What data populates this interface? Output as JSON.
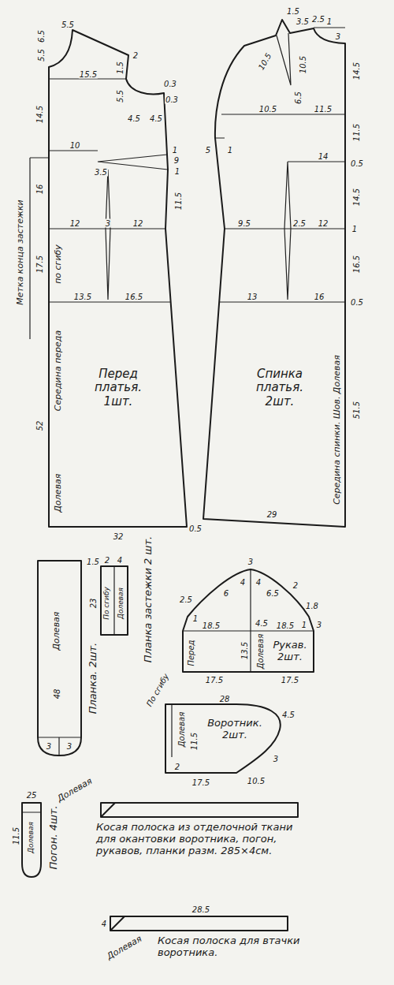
{
  "diagram": {
    "nodes": [
      {
        "text": [
          "Перед платья. 1шт."
        ]
      },
      {
        "text": [
          "Спинка платья. 2шт."
        ]
      },
      {
        "text": [
          "Планка. 2шт."
        ]
      },
      {
        "text": [
          "Планка застежки 2 шт."
        ]
      },
      {
        "text": [
          "Рукав. 2шт."
        ]
      },
      {
        "text": [
          "Воротник. 2шт."
        ]
      },
      {
        "text": [
          "Погон. 4шт."
        ]
      },
      {
        "text": [
          "Косая полоска из отделочной ткани для окантовки воротника, погон, рукавов, планки разм. 285×4см."
        ]
      },
      {
        "text": [
          "Косая полоска для втачки воротника."
        ]
      }
    ],
    "labels": [
      "5.5",
      "6.5",
      "5.5",
      "2",
      "1.5",
      "15.5",
      "5.5",
      "4.5",
      "4.5",
      "0.3",
      "0.3",
      "14.5",
      "10",
      "3.5",
      "1",
      "9",
      "1",
      "11.5",
      "16",
      "12",
      "3",
      "12",
      "17.5",
      "13.5",
      "16.5",
      "52",
      "32",
      "Метка конца застежки",
      "Долевая",
      "Середина переда",
      "по сгибу",
      "1.5",
      "3.5",
      "2.5",
      "1",
      "3",
      "10.5",
      "10.5",
      "6.5",
      "10.5",
      "11.5",
      "14.5",
      "5",
      "1",
      "11.5",
      "14",
      "0.5",
      "14.5",
      "9.5",
      "2.5",
      "12",
      "1",
      "16.5",
      "13",
      "16",
      "0.5",
      "51.5",
      "Середина спинки. Шов. Долевая",
      "0.5",
      "29",
      "Долевая",
      "48",
      "3",
      "3",
      "1.5",
      "2",
      "4",
      "23",
      "По сгибу",
      "Долевая",
      "25",
      "11.5",
      "Долевая",
      "Долевая",
      "28.5",
      "4",
      "Долевая",
      "3",
      "4",
      "4",
      "6",
      "6.5",
      "2",
      "2.5",
      "1",
      "18.5",
      "4.5",
      "18.5",
      "1.8",
      "1",
      "3",
      "Перед",
      "13.5",
      "Долевая",
      "17.5",
      "17.5",
      "По сгибу",
      "28",
      "4.5",
      "Долевая",
      "11.5",
      "2",
      "17.5",
      "10.5",
      "3"
    ]
  }
}
